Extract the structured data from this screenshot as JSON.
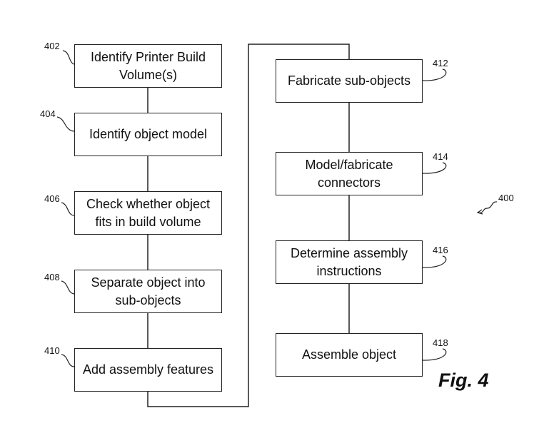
{
  "figure": {
    "label": "Fig. 4",
    "ref": "400"
  },
  "steps": [
    {
      "ref": "402",
      "text": "Identify Printer Build Volume(s)"
    },
    {
      "ref": "404",
      "text": "Identify object model"
    },
    {
      "ref": "406",
      "text": "Check whether object fits in build volume"
    },
    {
      "ref": "408",
      "text": "Separate object into sub-objects"
    },
    {
      "ref": "410",
      "text": "Add assembly features"
    },
    {
      "ref": "412",
      "text": "Fabricate sub-objects"
    },
    {
      "ref": "414",
      "text": "Model/fabricate connectors"
    },
    {
      "ref": "416",
      "text": "Determine assembly instructions"
    },
    {
      "ref": "418",
      "text": "Assemble object"
    }
  ]
}
